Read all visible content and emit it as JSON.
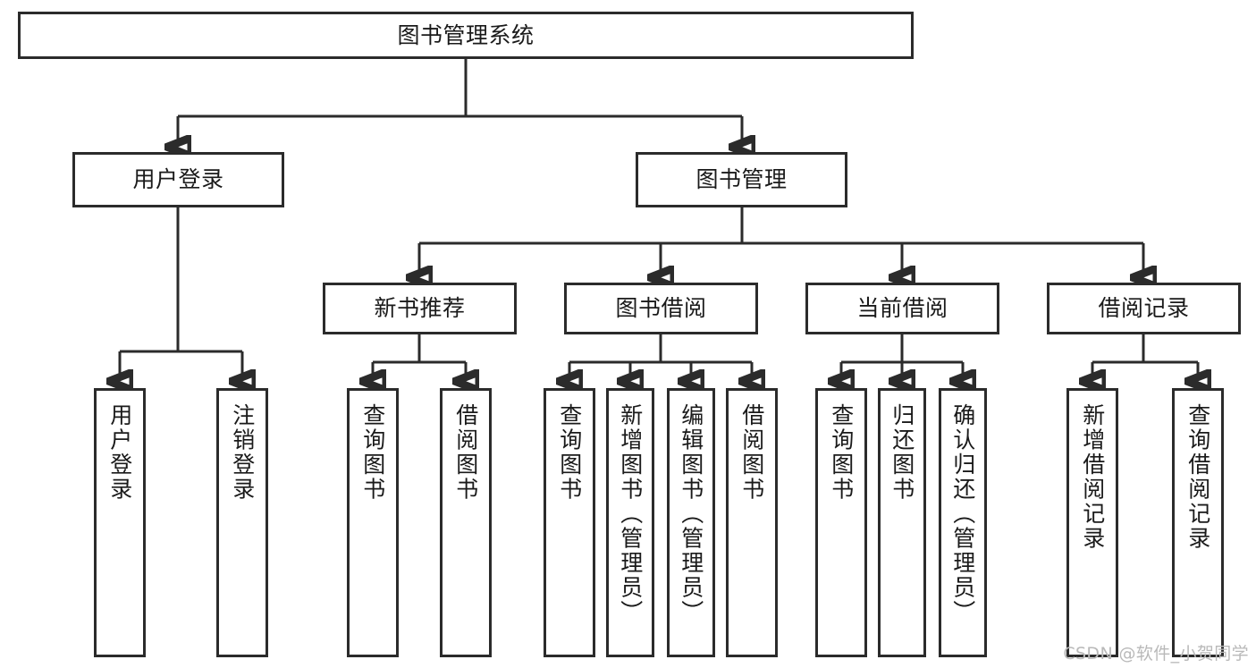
{
  "diagram": {
    "title": "图书管理系统",
    "type": "tree-hierarchy",
    "colors": {
      "box_border": "#2b2b2b",
      "box_fill": "#ffffff",
      "connector": "#2b2b2b",
      "text": "#1a1a1a",
      "watermark": "#b9b9b9",
      "background": "#ffffff"
    }
  },
  "root": {
    "label": "图书管理系统"
  },
  "level2": [
    {
      "label": "用户登录"
    },
    {
      "label": "图书管理"
    }
  ],
  "level3": [
    {
      "label": "新书推荐"
    },
    {
      "label": "图书借阅"
    },
    {
      "label": "当前借阅"
    },
    {
      "label": "借阅记录"
    }
  ],
  "leaves": {
    "user_login": [
      {
        "label": "用户登录"
      },
      {
        "label": "注销登录"
      }
    ],
    "new_book_recommend": [
      {
        "label": "查询图书"
      },
      {
        "label": "借阅图书"
      }
    ],
    "book_borrow": [
      {
        "label": "查询图书"
      },
      {
        "label": "新增图书（管理员）"
      },
      {
        "label": "编辑图书（管理员）"
      },
      {
        "label": "借阅图书"
      }
    ],
    "current_borrow": [
      {
        "label": "查询图书"
      },
      {
        "label": "归还图书"
      },
      {
        "label": "确认归还（管理员）"
      }
    ],
    "borrow_record": [
      {
        "label": "新增借阅记录"
      },
      {
        "label": "查询借阅记录"
      }
    ]
  },
  "watermark": {
    "text": "CSDN @软件_小贺同学"
  }
}
